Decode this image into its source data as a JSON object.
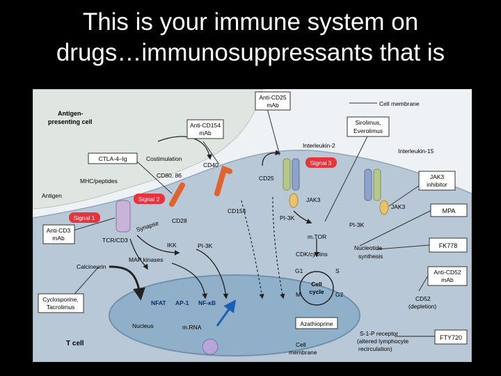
{
  "slide": {
    "title_line1": "This is your immune system on",
    "title_line2": "drugs…immunosuppressants that is"
  },
  "colors": {
    "background": "#000000",
    "panel": "#eef2f4",
    "apc_cell": "#dfe6e2",
    "t_cell": "#b9c8d6",
    "nucleus": "#8fb0c8",
    "signal": "#e8323c",
    "drug_box": "#ffffff",
    "accent_blue": "#1a5fb4"
  },
  "labels": {
    "apc": [
      "Antigen-",
      "presenting cell"
    ],
    "cell_membrane_top": "Cell membrane",
    "anti_cd25": [
      "Anti-CD25",
      "mAb"
    ],
    "anti_cd154": [
      "Anti-CD154",
      "mAb"
    ],
    "sirolimus": [
      "Sirolimus,",
      "Everolimus"
    ],
    "interleukin2": "Interleukin-2",
    "interleukin15": "Interleukin-15",
    "ctla4": "CTLA-4–Ig",
    "costimulation": "Costimulation",
    "cd40": "CD40",
    "signal3": "Signal 3",
    "cd80_86": "CD80, 86",
    "mhc": "MHC/peptides",
    "antigen": "Antigen",
    "signal2": "Signal 2",
    "signal1": "Signal 1",
    "cd25": "CD25",
    "jak3_a": "JAK3",
    "jak3_b": "JAK3",
    "jak3_inhibitor": [
      "JAK3",
      "inhibitor"
    ],
    "cd154": "CD154",
    "cd28": "CD28",
    "synapse": "Synapse",
    "anti_cd3": [
      "Anti-CD3",
      "mAb"
    ],
    "tcr_cd3": "TCR/CD3",
    "pi3k_a": "PI-3K",
    "pi3k_b": "PI-3K",
    "pi3k_c": "PI-3K",
    "mtor": "m.TOR",
    "ikk": "IKK",
    "mpa": "MPA",
    "map_kinases": "MAP kinases",
    "cdk": "CDK/cyclins",
    "nucleotide": [
      "Nucleotide",
      "synthesis"
    ],
    "fk778": "FK778",
    "calcineurin": "Calcineurin",
    "g1": "G1",
    "s": "S",
    "m": "M",
    "g2": "G2",
    "cell_cycle": [
      "Cell",
      "cycle"
    ],
    "anti_cd52": [
      "Anti-CD52",
      "mAb"
    ],
    "cyclosporine": [
      "Cyclosporine,",
      "Tacrolimus"
    ],
    "nfat": "NFAT",
    "ap1": "AP-1",
    "nfkb": "NF-κB",
    "cd52": [
      "CD52",
      "(depletion)"
    ],
    "azathioprine": "Azathioprine",
    "nucleus": "Nucleus",
    "mrna": "m.RNA",
    "s1p": [
      "S-1-P receptor",
      "(altered lymphocyte",
      "recirculation)"
    ],
    "fty720": "FTY720",
    "t_cell": "T cell",
    "cell_membrane_bottom": [
      "Cell",
      "membrane"
    ]
  }
}
